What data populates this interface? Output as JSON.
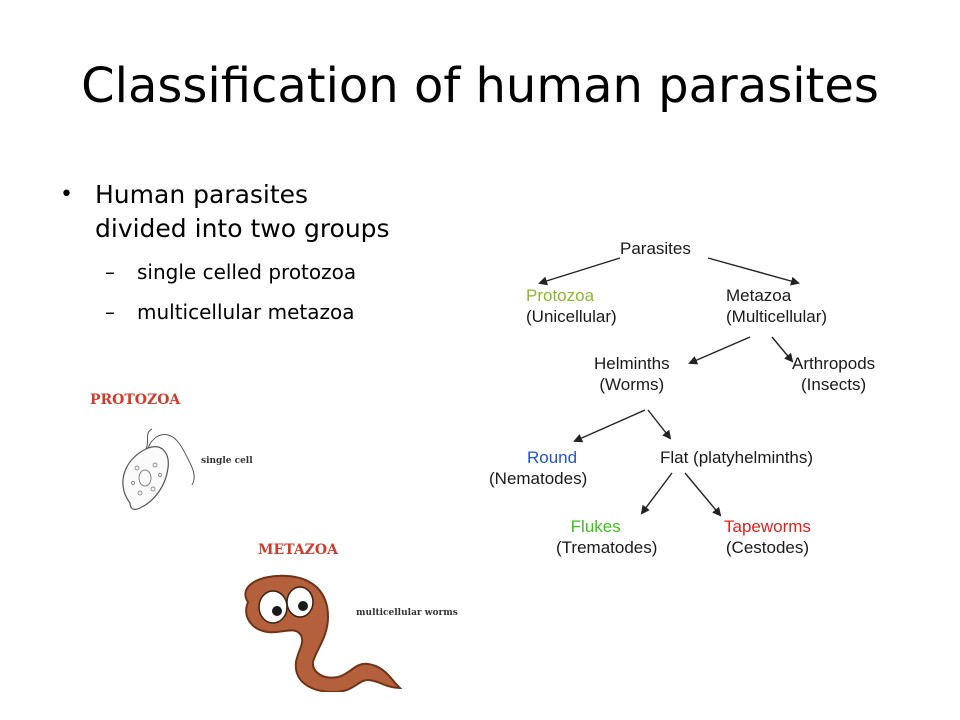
{
  "slide": {
    "title": "Classification of human parasites",
    "bullet": "Human parasites divided into two groups",
    "bullet_line1": "Human parasites",
    "bullet_line2": "divided into two groups",
    "sub_items": [
      "single celled protozoa",
      "multicellular metazoa"
    ]
  },
  "protozoa_figure": {
    "heading": "PROTOZOA",
    "caption": "single cell",
    "heading_color": "#d23a2a"
  },
  "metazoa_figure": {
    "heading": "METAZOA",
    "caption": "multicellular worms",
    "heading_color": "#d23a2a",
    "worm_color": "#b5603c"
  },
  "tree": {
    "root": "Parasites",
    "protozoa": {
      "name": "Protozoa",
      "desc": "(Unicellular)",
      "color": "#8db82a"
    },
    "metazoa": {
      "name": "Metazoa",
      "desc": "(Multicellular)"
    },
    "helminths": {
      "name": "Helminths",
      "desc": "(Worms)"
    },
    "arthropods": {
      "name": "Arthropods",
      "desc": "(Insects)"
    },
    "round": {
      "name": "Round",
      "desc": "(Nematodes)",
      "color": "#2255cc"
    },
    "flat": {
      "name": "Flat (platyhelminths)"
    },
    "flukes": {
      "name": "Flukes",
      "desc": "(Trematodes)",
      "color": "#3fbf1f"
    },
    "tapeworms": {
      "name": "Tapeworms",
      "desc": "(Cestodes)",
      "color": "#e02020"
    }
  }
}
